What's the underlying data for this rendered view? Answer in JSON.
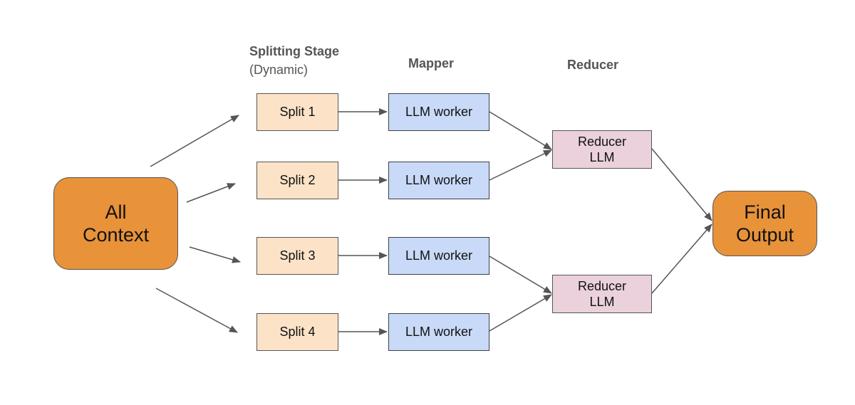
{
  "headers": {
    "splitting": "Splitting Stage",
    "splitting_sub": "(Dynamic)",
    "mapper": "Mapper",
    "reducer": "Reducer"
  },
  "nodes": {
    "all_context": "All\nContext",
    "split_1": "Split 1",
    "split_2": "Split 2",
    "split_3": "Split 3",
    "split_4": "Split 4",
    "llm_1": "LLM worker",
    "llm_2": "LLM worker",
    "llm_3": "LLM worker",
    "llm_4": "LLM worker",
    "reducer_1": "Reducer\nLLM",
    "reducer_2": "Reducer\nLLM",
    "final_output": "Final\nOutput"
  },
  "colors": {
    "context_fill": "#e8923a",
    "split_fill": "#fce3c8",
    "llm_fill": "#c9daf8",
    "reducer_fill": "#ead1dc",
    "arrow": "#555555"
  }
}
